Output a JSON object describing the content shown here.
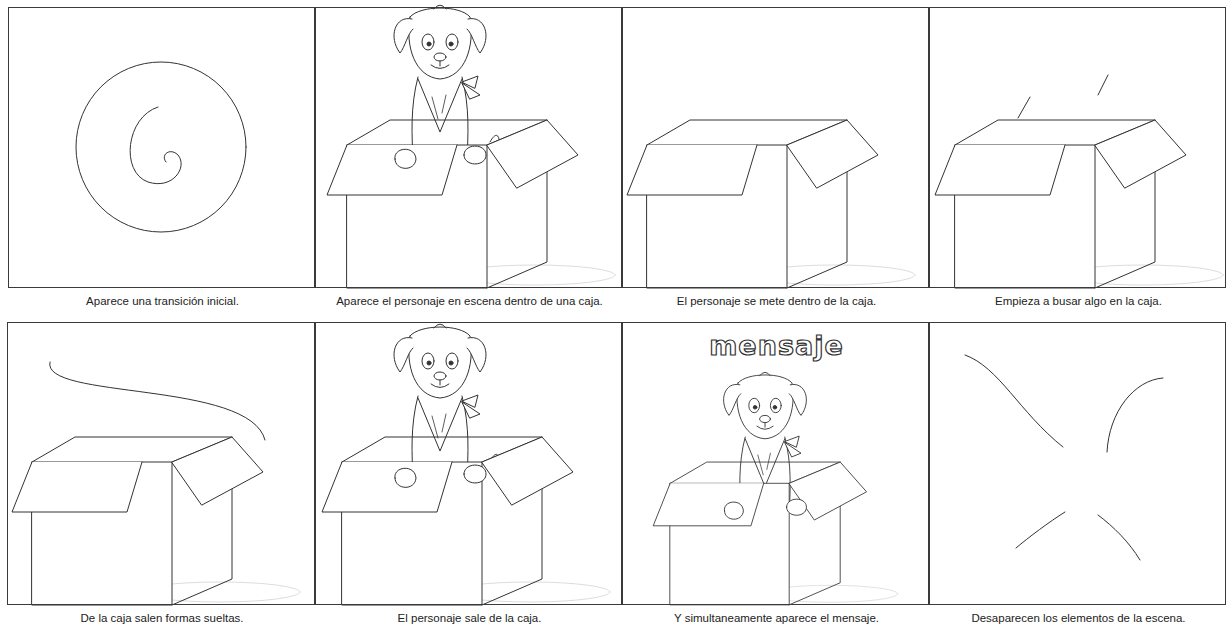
{
  "diagram": {
    "nodes": [
      {
        "text": [
          "Aparece una transición inicial."
        ]
      },
      {
        "text": [
          "Aparece el personaje en escena dentro de una caja."
        ]
      },
      {
        "text": [
          "El personaje se mete dentro de la caja."
        ]
      },
      {
        "text": [
          "Empieza a busar algo en la caja."
        ]
      },
      {
        "text": [
          "De la caja salen formas sueltas."
        ]
      },
      {
        "text": [
          "El personaje sale de la caja."
        ]
      },
      {
        "text": [
          "mensaje",
          "Y simultaneamente aparece el mensaje."
        ]
      },
      {
        "text": [
          "Desaparecen los elementos de la escena."
        ]
      }
    ]
  }
}
